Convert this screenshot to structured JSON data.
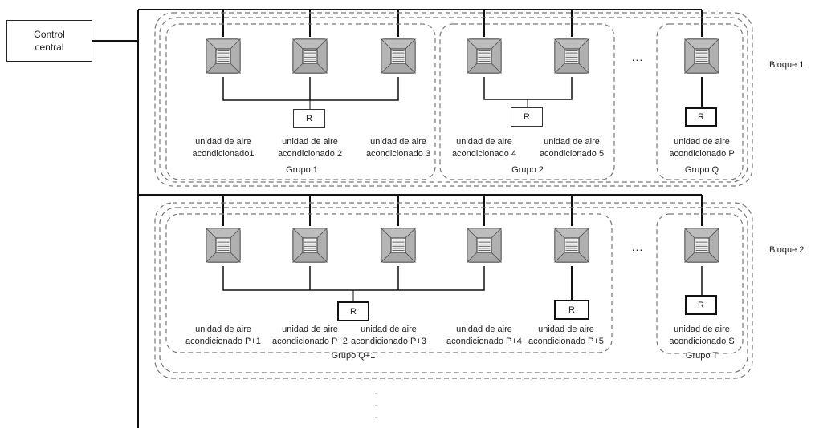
{
  "control": {
    "line1": "Control",
    "line2": "central"
  },
  "blocks": [
    {
      "label": "Bloque 1"
    },
    {
      "label": "Bloque 2"
    }
  ],
  "groups": [
    "Grupo 1",
    "Grupo 2",
    "Grupo Q",
    "Grupo Q+1",
    "Grupo T"
  ],
  "remote_label": "R",
  "ellipsis": "...",
  "vertical_ellipsis": ".\n.\n.",
  "units": [
    {
      "line1": "unidad de aire",
      "line2": "acondicionado1"
    },
    {
      "line1": "unidad de aire",
      "line2": "acondicionado 2"
    },
    {
      "line1": "unidad de aire",
      "line2": "acondicionado 3"
    },
    {
      "line1": "unidad de aire",
      "line2": "acondicionado 4"
    },
    {
      "line1": "unidad de aire",
      "line2": "acondicionado 5"
    },
    {
      "line1": "unidad de aire",
      "line2": "acondicionado P"
    },
    {
      "line1": "unidad de aire",
      "line2": "acondicionado P+1"
    },
    {
      "line1": "unidad de aire",
      "line2": "acondicionado P+2"
    },
    {
      "line1": "unidad de aire",
      "line2": "acondicionado P+3"
    },
    {
      "line1": "unidad de aire",
      "line2": "acondicionado P+4"
    },
    {
      "line1": "unidad de aire",
      "line2": "acondicionado P+5"
    },
    {
      "line1": "unidad de aire",
      "line2": "acondicionado S"
    }
  ]
}
